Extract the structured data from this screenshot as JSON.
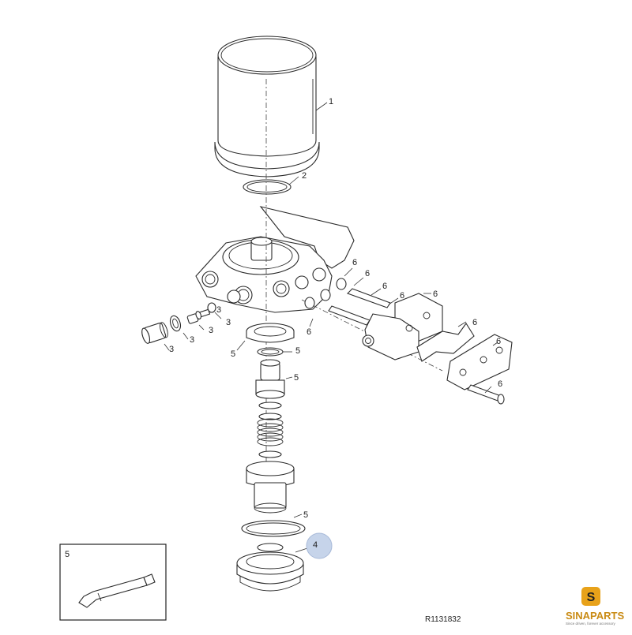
{
  "drawing_number": "R1131832",
  "inset": {
    "label": "5"
  },
  "highlighted_callout": "4",
  "callouts": {
    "c1": "1",
    "c2": "2",
    "c3a": "3",
    "c3b": "3",
    "c3c": "3",
    "c3d": "3",
    "c3e": "3",
    "c4": "4",
    "c5a": "5",
    "c5b": "5",
    "c5c": "5",
    "c5d": "5",
    "c6a": "6",
    "c6b": "6",
    "c6c": "6",
    "c6d": "6",
    "c6e": "6",
    "c6f": "6",
    "c6g": "6",
    "c6h": "6",
    "c6i": "6"
  },
  "logo": {
    "name": "SINAPARTS",
    "tagline": "Since driven, forever accessory",
    "accent": "#e8a21a"
  }
}
